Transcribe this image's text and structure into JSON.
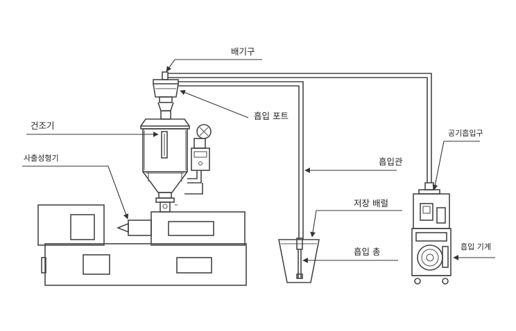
{
  "diagram": {
    "labels": {
      "exhaust": "배기구",
      "suction_port": "흡입 포트",
      "dryer": "건조기",
      "injection_machine": "사출성형기",
      "suction_pipe": "흡입관",
      "air_inlet": "공기흡입구",
      "storage_bin": "저장 배럴",
      "suction_gun": "흡입 총",
      "suction_machine": "흡입 기계"
    },
    "colors": {
      "line": "#444444",
      "text": "#222222",
      "background": "#ffffff"
    }
  }
}
